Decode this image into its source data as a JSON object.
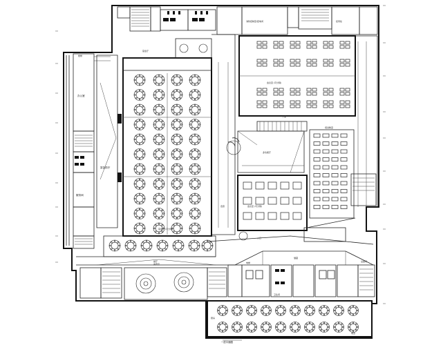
{
  "drawing": {
    "title": "一层平面图",
    "room_labels": {
      "banquet_hall": "宴会厅",
      "prefunction": "宴会前厅",
      "meeting_room": "多功能厅",
      "classroom": "培训教室",
      "office": "办公室",
      "kitchen": "厨房",
      "stair": "楼梯",
      "elevator": "电梯",
      "toilet": "卫生间",
      "storage": "储藏",
      "lobby": "大堂",
      "corridor": "走廊",
      "vip_room": "贵宾室",
      "dining": "餐厅",
      "service": "服务间",
      "entrance": "入口",
      "equipment": "设备间",
      "ramp": "坡道",
      "top_note": "消防控制室/配电间",
      "upper_right": "接待处",
      "mid_note": "会议室 (可分隔)",
      "mid_note_2": "会议室 (可分隔)",
      "bottom_note": "宴会厅 (可分隔)"
    }
  },
  "colors": {
    "line": "#111111",
    "paper": "#ffffff"
  }
}
